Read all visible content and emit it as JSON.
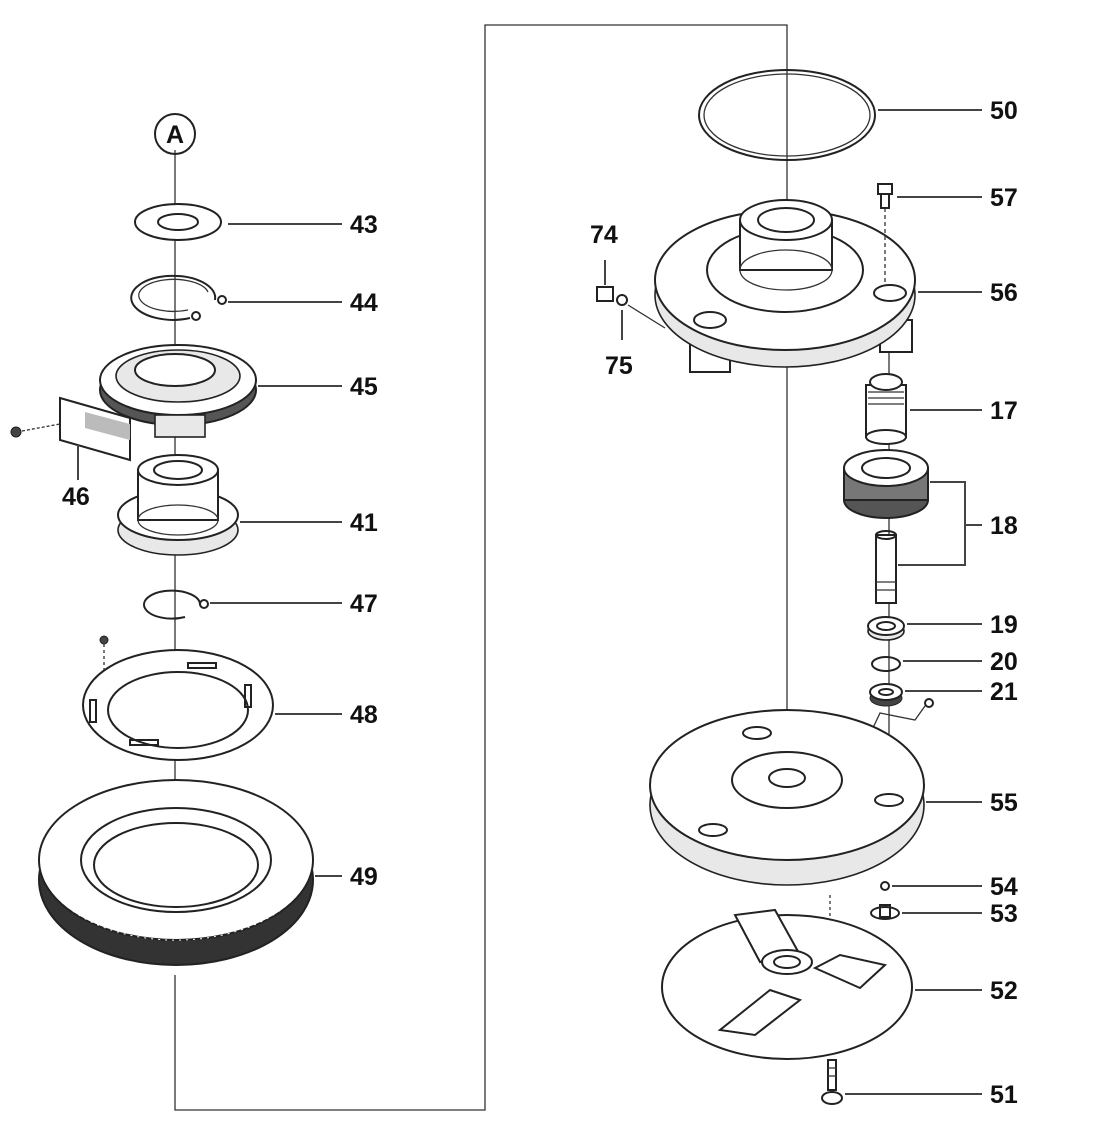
{
  "diagram": {
    "marker_A": "A",
    "parts": [
      {
        "id": "p43",
        "label": "43"
      },
      {
        "id": "p44",
        "label": "44"
      },
      {
        "id": "p45",
        "label": "45"
      },
      {
        "id": "p46",
        "label": "46"
      },
      {
        "id": "p41",
        "label": "41"
      },
      {
        "id": "p47",
        "label": "47"
      },
      {
        "id": "p48",
        "label": "48"
      },
      {
        "id": "p49",
        "label": "49"
      },
      {
        "id": "p50",
        "label": "50"
      },
      {
        "id": "p57",
        "label": "57"
      },
      {
        "id": "p74",
        "label": "74"
      },
      {
        "id": "p56",
        "label": "56"
      },
      {
        "id": "p75",
        "label": "75"
      },
      {
        "id": "p17",
        "label": "17"
      },
      {
        "id": "p18",
        "label": "18"
      },
      {
        "id": "p19",
        "label": "19"
      },
      {
        "id": "p20",
        "label": "20"
      },
      {
        "id": "p21",
        "label": "21"
      },
      {
        "id": "p55",
        "label": "55"
      },
      {
        "id": "p54",
        "label": "54"
      },
      {
        "id": "p53",
        "label": "53"
      },
      {
        "id": "p52",
        "label": "52"
      },
      {
        "id": "p51",
        "label": "51"
      }
    ]
  }
}
